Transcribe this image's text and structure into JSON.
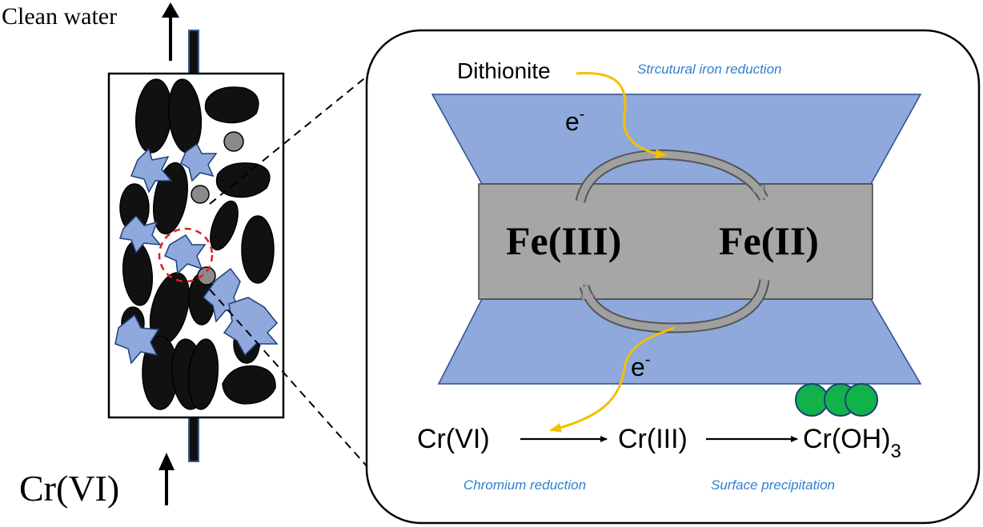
{
  "column": {
    "outlet_label": "Clean water",
    "inlet_label": "Cr(VI)"
  },
  "mechanism": {
    "reductant": "Dithionite",
    "reduction_caption": "Strcutural iron reduction",
    "electron_top": "e",
    "electron_bottom": "e",
    "electron_sup": "-",
    "fe3": "Fe(III)",
    "fe2": "Fe(II)",
    "species": {
      "cr6": "Cr(VI)",
      "cr3": "Cr(III)",
      "croh": "Cr(OH)",
      "croh_sub": "3"
    },
    "caption_chromium": "Chromium reduction",
    "caption_precip": "Surface precipitation"
  },
  "colors": {
    "clay_blue": "#8fa9dc",
    "fe_core_gray": "#a6a6a6",
    "electron_arrow": "#f2c100",
    "caption_blue": "#2f7fd0",
    "precipitate_green": "#12b24a",
    "particle_black": "#111111",
    "particle_gray": "#8a8a8a",
    "highlight_red": "#e02020"
  }
}
